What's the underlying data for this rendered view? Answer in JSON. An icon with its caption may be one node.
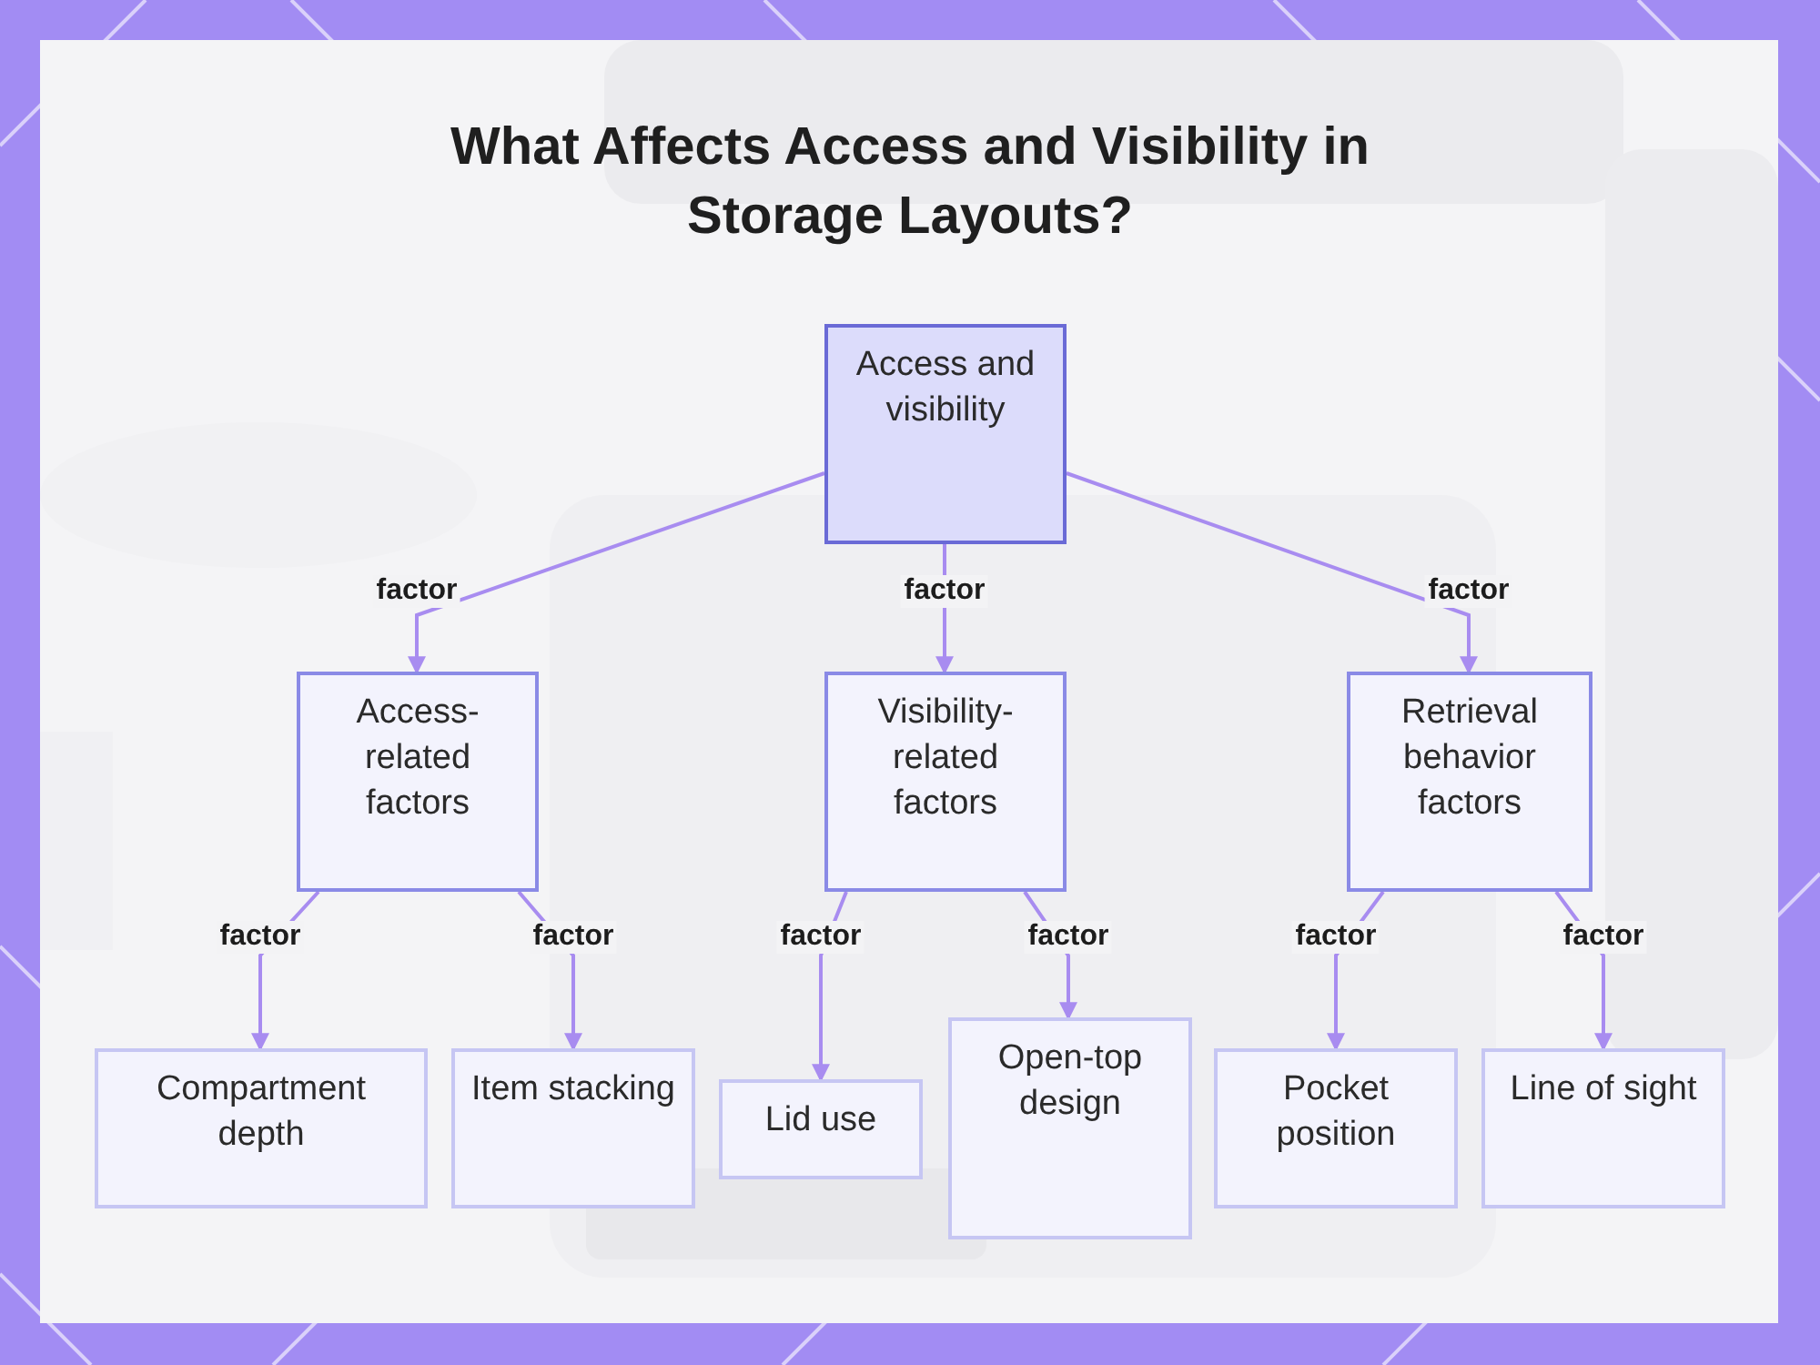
{
  "diagram": {
    "title": "What Affects Access and Visibility in Storage Layouts?",
    "nodes": [
      {
        "text": [
          "Access and visibility"
        ]
      },
      {
        "text": [
          "Access-related factors"
        ]
      },
      {
        "text": [
          "Visibility-related factors"
        ]
      },
      {
        "text": [
          "Retrieval behavior factors"
        ]
      },
      {
        "text": [
          "Compartment depth"
        ]
      },
      {
        "text": [
          "Item stacking"
        ]
      },
      {
        "text": [
          "Lid use"
        ]
      },
      {
        "text": [
          "Open-top design"
        ]
      },
      {
        "text": [
          "Pocket position"
        ]
      },
      {
        "text": [
          "Line of sight"
        ]
      }
    ],
    "edges": [
      {
        "from": 0,
        "to": 1,
        "arrow": "to",
        "label": "factor"
      },
      {
        "from": 0,
        "to": 2,
        "arrow": "to",
        "label": "factor"
      },
      {
        "from": 0,
        "to": 3,
        "arrow": "to",
        "label": "factor"
      },
      {
        "from": 1,
        "to": 4,
        "arrow": "to",
        "label": "factor"
      },
      {
        "from": 1,
        "to": 5,
        "arrow": "to",
        "label": "factor"
      },
      {
        "from": 2,
        "to": 6,
        "arrow": "to",
        "label": "factor"
      },
      {
        "from": 2,
        "to": 7,
        "arrow": "to",
        "label": "factor"
      },
      {
        "from": 3,
        "to": 8,
        "arrow": "to",
        "label": "factor"
      },
      {
        "from": 3,
        "to": 9,
        "arrow": "to",
        "label": "factor"
      }
    ]
  }
}
